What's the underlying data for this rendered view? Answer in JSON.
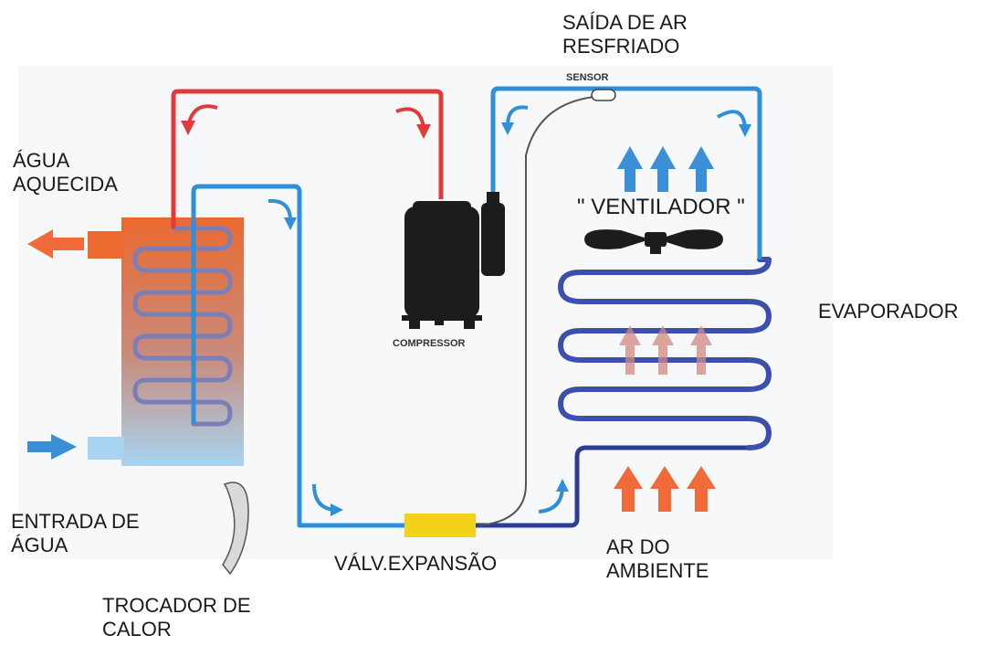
{
  "labels": {
    "saida_line1": "SAÍDA DE AR",
    "saida_line2": "RESFRIADO",
    "sensor": "SENSOR",
    "agua_aquecida_line1": "ÁGUA",
    "agua_aquecida_line2": "AQUECIDA",
    "ventilador": "\" VENTILADOR \"",
    "evaporador": "EVAPORADOR",
    "compressor": "COMPRESSOR",
    "entrada_line1": "ENTRADA DE",
    "entrada_line2": "ÁGUA",
    "valvula": "VÁLV.EXPANSÃO",
    "ar_ambiente_line1": "AR DO",
    "ar_ambiente_line2": "AMBIENTE",
    "trocador_line1": "TROCADOR DE",
    "trocador_line2": "CALOR"
  },
  "colors": {
    "hot_pipe": "#e03a3a",
    "cold_pipe": "#2f8fd8",
    "low_pipe": "#2b3d96",
    "compressor": "#1c1c1c",
    "valve": "#f2d21b",
    "hot_arrow": "#f06a3a",
    "cool_arrow": "#3a8fd8",
    "tank_top": "#ea6a30",
    "tank_bottom": "#a9d4f1"
  }
}
